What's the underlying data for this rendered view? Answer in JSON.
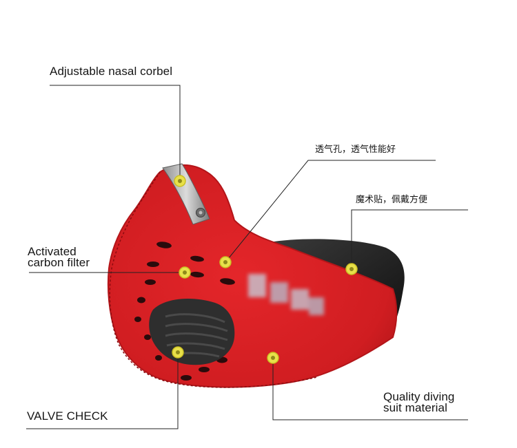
{
  "callouts": {
    "nasal": "Adjustable nasal corbel",
    "vent": "透气孔，透气性能好",
    "velcro": "魔术贴，佩戴方便",
    "carbon_line1": "Activated",
    "carbon_line2": "carbon filter",
    "valve": "VALVE CHECK",
    "material_line1": "Quality diving",
    "material_line2": "suit material"
  },
  "colors": {
    "mask_red": "#d81e22",
    "mask_dark_red": "#9e1014",
    "valve_black": "#2a2a2a",
    "hotspot_yellow": "#e8e04a",
    "leader_line": "#222222"
  },
  "icons": {
    "hotspot": "target-dot-icon",
    "nose_clip": "metal-nose-clip-icon",
    "exhaust_valve": "exhaust-valve-icon"
  }
}
